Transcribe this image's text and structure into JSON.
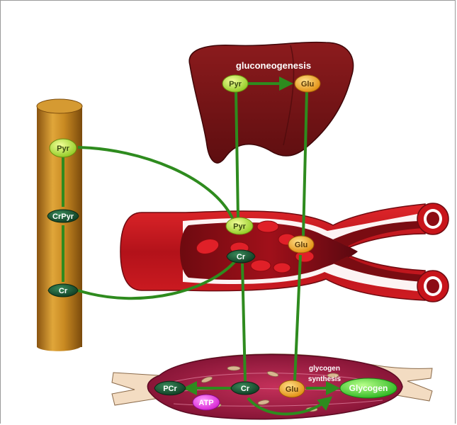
{
  "labels": {
    "gluconeogenesis": "gluconeogenesis",
    "glycogen_synthesis_line1": "glycogen",
    "glycogen_synthesis_line2": "synthesis"
  },
  "nodes": {
    "pyr_liver": "Pyr",
    "glu_liver": "Glu",
    "pyr_kidney": "Pyr",
    "crpyr_kidney": "CrPyr",
    "cr_kidney": "Cr",
    "pyr_blood": "Pyr",
    "glu_blood": "Glu",
    "cr_blood": "Cr",
    "pcr_muscle": "PCr",
    "cr_muscle": "Cr",
    "glu_muscle": "Glu",
    "glycogen_muscle": "Glycogen",
    "atp_muscle": "ATP"
  },
  "colors": {
    "pathway_line": "#2e8b1e",
    "liver": "#7b1518",
    "kidney_tube": "#b8781c",
    "vessel": "#c8141a",
    "muscle": "#a8204a"
  }
}
